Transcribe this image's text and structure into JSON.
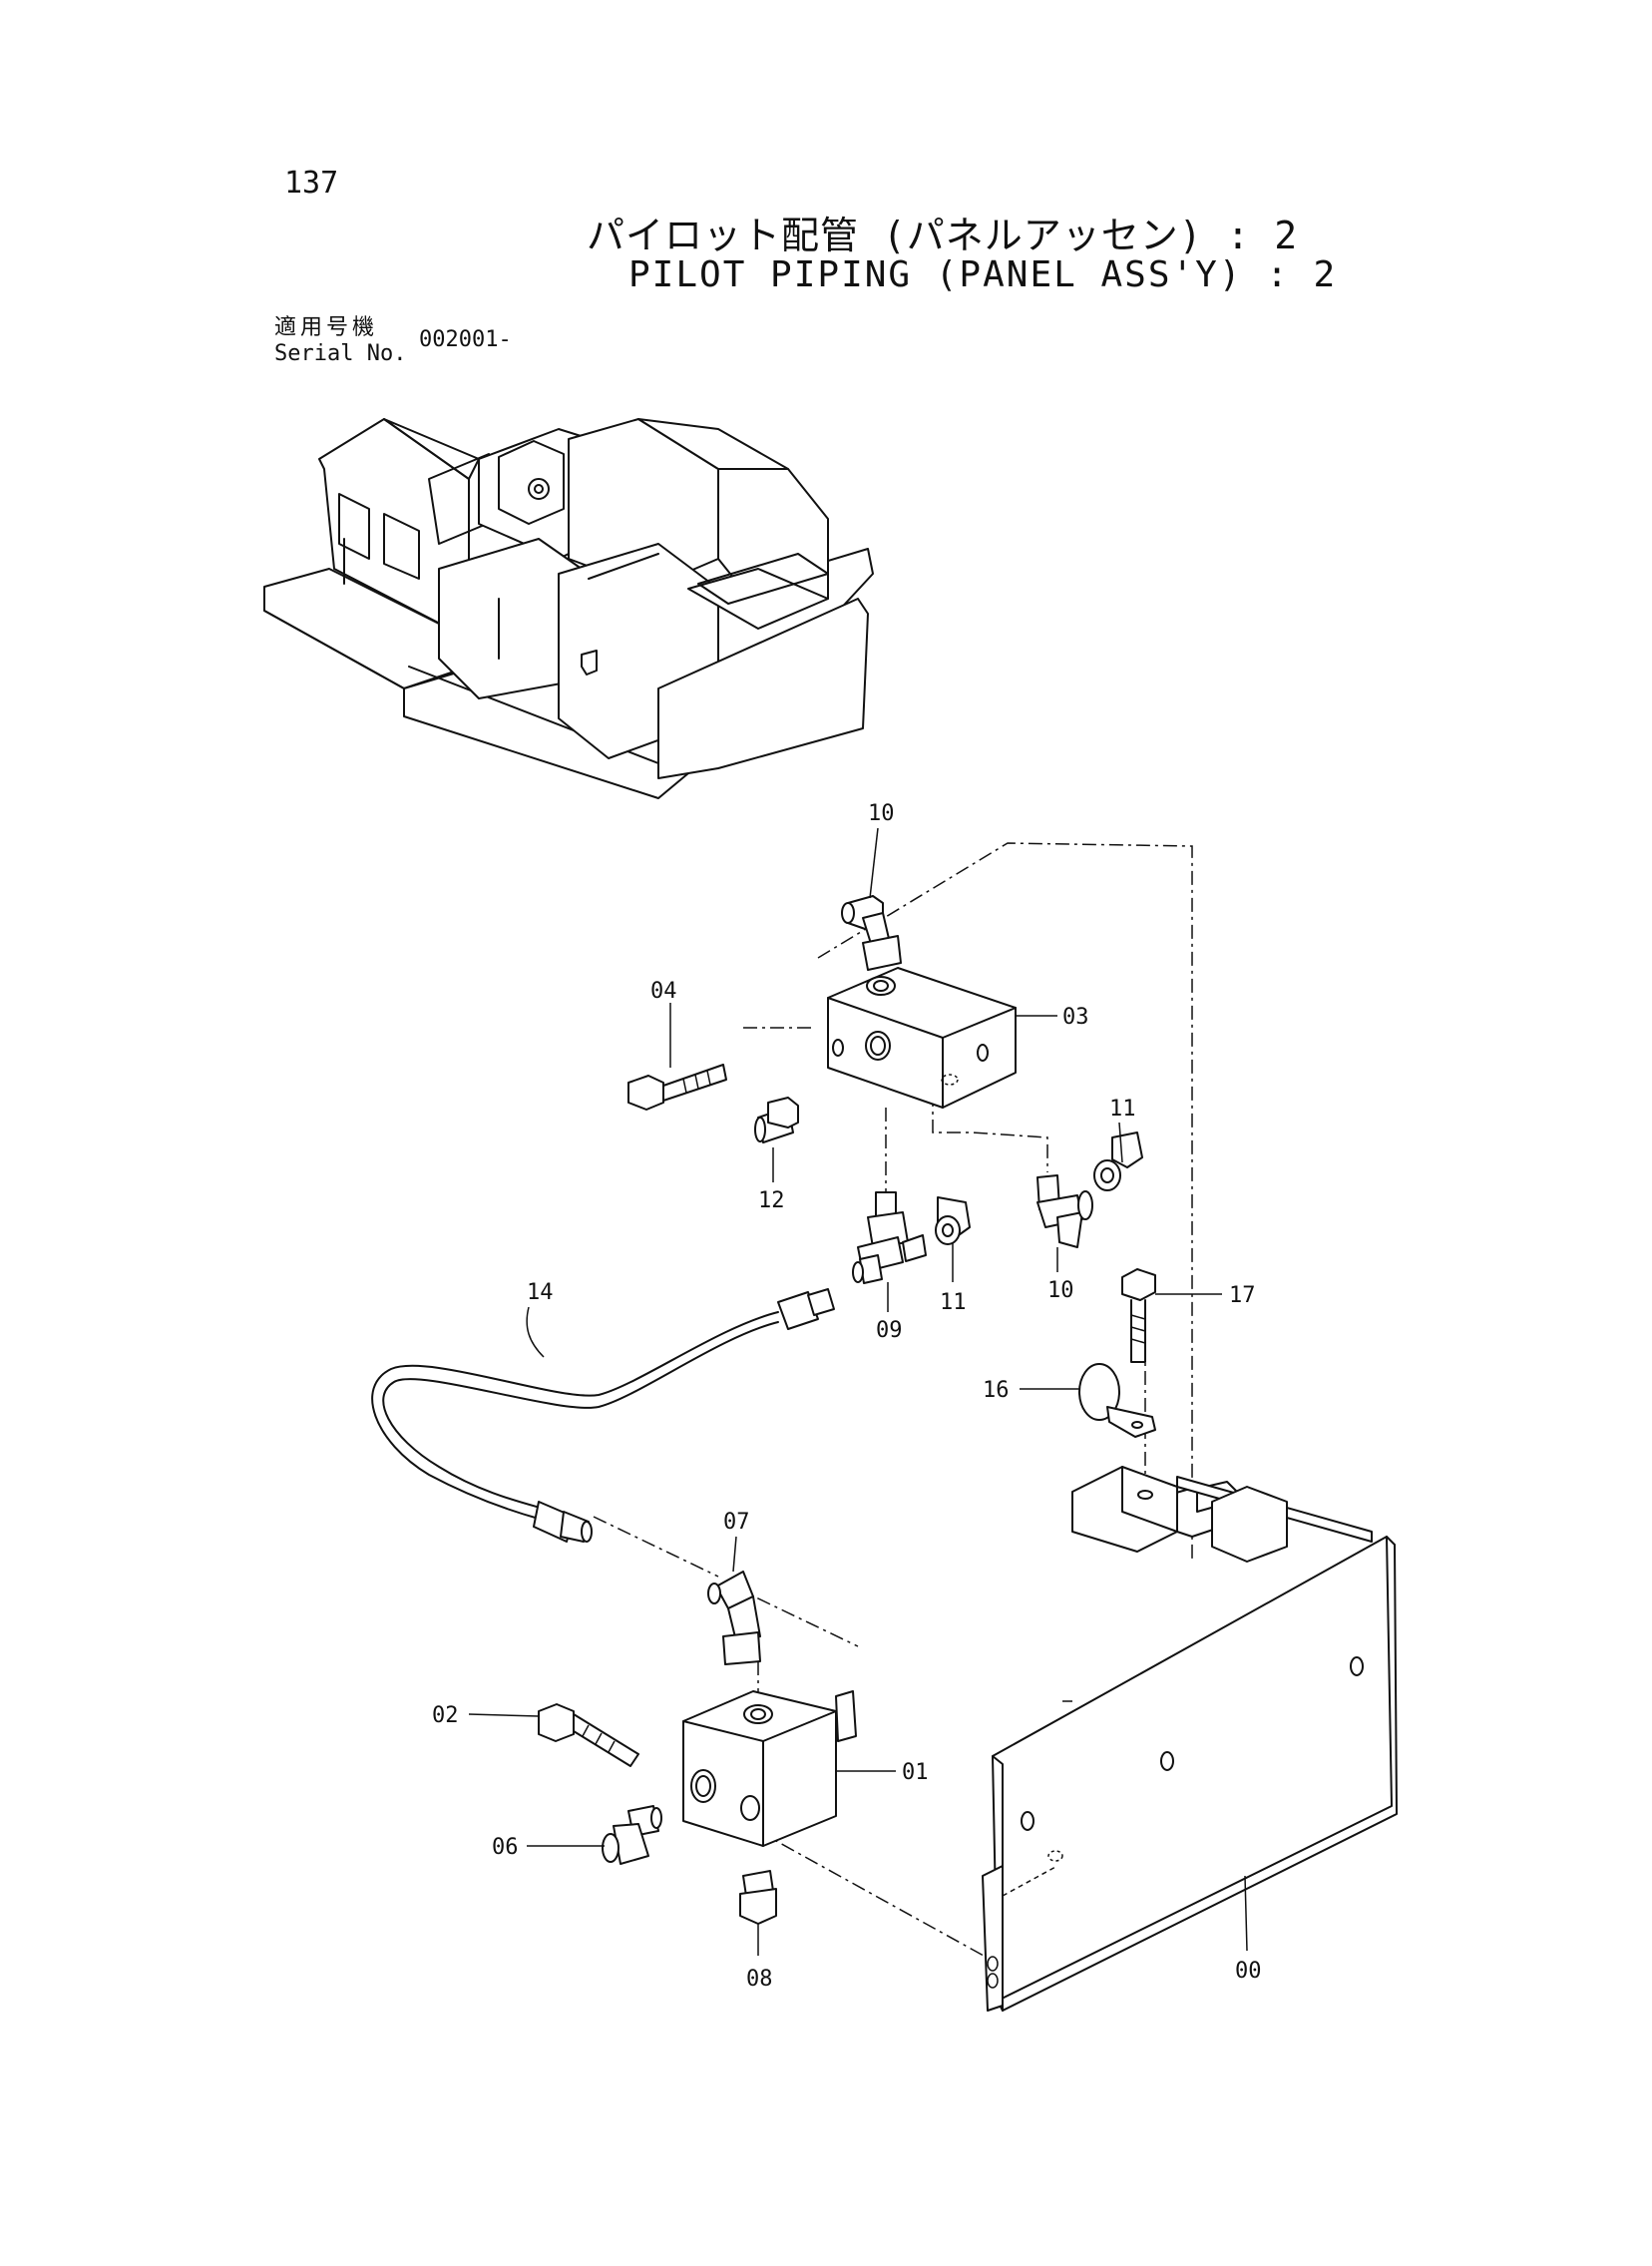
{
  "page": {
    "number": "137",
    "title_ja": "パイロット配管 (パネルアッセン) : 2",
    "title_en": "PILOT PIPING (PANEL ASS'Y) : 2",
    "serial_label_ja": "適用号機",
    "serial_label_en": "Serial No.",
    "serial_value": "002001-"
  },
  "callouts": {
    "c00": "00",
    "c01": "01",
    "c02": "02",
    "c03": "03",
    "c04": "04",
    "c06": "06",
    "c07": "07",
    "c08": "08",
    "c09": "09",
    "c10a": "10",
    "c10b": "10",
    "c11a": "11",
    "c11b": "11",
    "c12": "12",
    "c14": "14",
    "c16": "16",
    "c17": "17"
  }
}
